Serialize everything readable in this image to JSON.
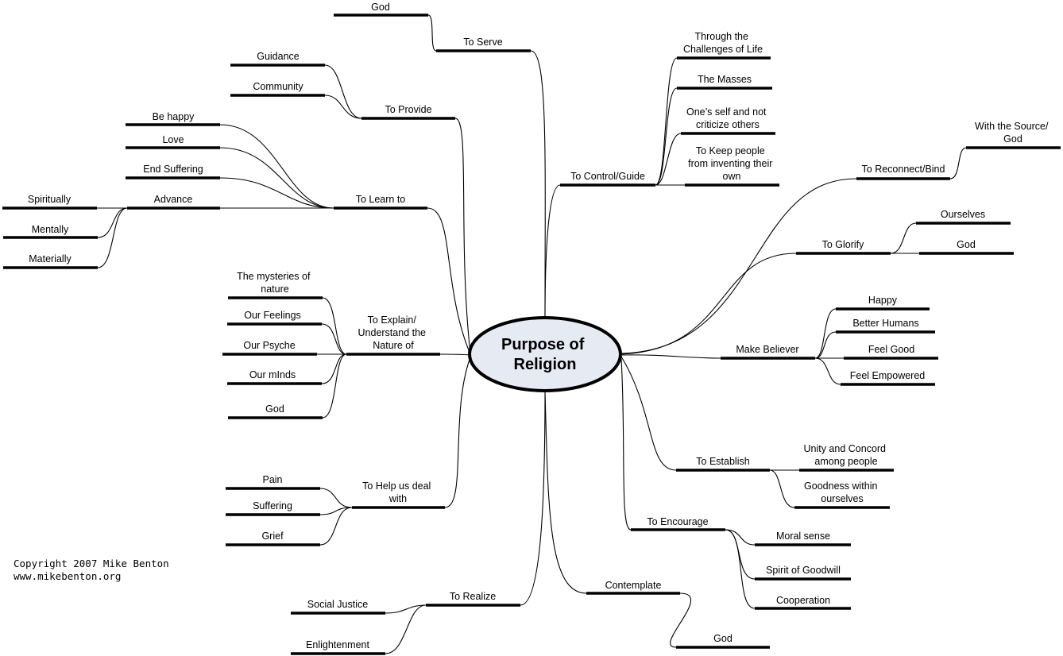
{
  "center": {
    "title": [
      "Purpose of",
      "Religion"
    ],
    "fill": "#E6EAF3",
    "stroke": "#000000"
  },
  "copyright": [
    "Copyright 2007 Mike Benton",
    "www.mikebenton.org"
  ],
  "branches": {
    "to_serve": {
      "label": [
        "To Serve"
      ],
      "children": [
        {
          "label": [
            "God"
          ]
        }
      ]
    },
    "to_provide": {
      "label": [
        "To Provide"
      ],
      "children": [
        {
          "label": [
            "Guidance"
          ]
        },
        {
          "label": [
            "Community"
          ]
        }
      ]
    },
    "to_learn": {
      "label": [
        "To Learn to"
      ],
      "children": [
        {
          "label": [
            "Be happy"
          ]
        },
        {
          "label": [
            "Love"
          ]
        },
        {
          "label": [
            "End Suffering"
          ]
        },
        {
          "label": [
            "Advance"
          ],
          "children": [
            {
              "label": [
                "Spiritually"
              ]
            },
            {
              "label": [
                "Mentally"
              ]
            },
            {
              "label": [
                "Materially"
              ]
            }
          ]
        }
      ]
    },
    "to_explain": {
      "label": [
        "To Explain/",
        "Understand the",
        "Nature of"
      ],
      "children": [
        {
          "label": [
            "The mysteries of",
            "nature"
          ]
        },
        {
          "label": [
            "Our Feelings"
          ]
        },
        {
          "label": [
            "Our Psyche"
          ]
        },
        {
          "label": [
            "Our mInds"
          ]
        },
        {
          "label": [
            "God"
          ]
        }
      ]
    },
    "to_help": {
      "label": [
        "To Help us deal",
        "with"
      ],
      "children": [
        {
          "label": [
            "Pain"
          ]
        },
        {
          "label": [
            "Suffering"
          ]
        },
        {
          "label": [
            "Grief"
          ]
        }
      ]
    },
    "to_realize": {
      "label": [
        "To Realize"
      ],
      "children": [
        {
          "label": [
            "Social Justice"
          ]
        },
        {
          "label": [
            "Enlightenment"
          ]
        }
      ]
    },
    "to_control": {
      "label": [
        "To Control/Guide"
      ],
      "children": [
        {
          "label": [
            "Through the",
            "Challenges of Life"
          ]
        },
        {
          "label": [
            "The Masses"
          ]
        },
        {
          "label": [
            "One’s self and not",
            "criticize others"
          ]
        },
        {
          "label": [
            "To Keep people",
            "from inventing their",
            "own"
          ]
        }
      ]
    },
    "to_reconnect": {
      "label": [
        "To Reconnect/Bind"
      ],
      "children": [
        {
          "label": [
            "With the Source/",
            "God"
          ]
        }
      ]
    },
    "to_glorify": {
      "label": [
        "To Glorify"
      ],
      "children": [
        {
          "label": [
            "Ourselves"
          ]
        },
        {
          "label": [
            "God"
          ]
        }
      ]
    },
    "make_believer": {
      "label": [
        "Make Believer"
      ],
      "children": [
        {
          "label": [
            "Happy"
          ]
        },
        {
          "label": [
            "Better Humans"
          ]
        },
        {
          "label": [
            "Feel Good"
          ]
        },
        {
          "label": [
            "Feel Empowered"
          ]
        }
      ]
    },
    "to_establish": {
      "label": [
        "To Establish"
      ],
      "children": [
        {
          "label": [
            "Unity and Concord",
            "among people"
          ]
        },
        {
          "label": [
            "Goodness within",
            "ourselves"
          ]
        }
      ]
    },
    "to_encourage": {
      "label": [
        "To Encourage"
      ],
      "children": [
        {
          "label": [
            "Moral sense"
          ]
        },
        {
          "label": [
            "Spirit of Goodwill"
          ]
        },
        {
          "label": [
            "Cooperation"
          ]
        }
      ]
    },
    "contemplate": {
      "label": [
        "Contemplate"
      ],
      "children": [
        {
          "label": [
            "God"
          ]
        }
      ]
    }
  }
}
